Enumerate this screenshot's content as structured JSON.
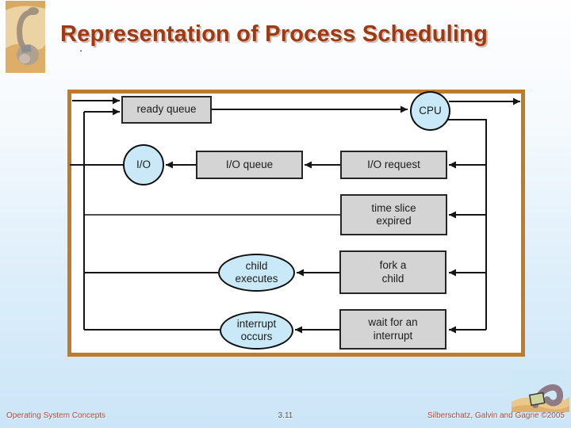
{
  "slide": {
    "title": "Representation of Process Scheduling",
    "stray_mark": "."
  },
  "diagram": {
    "nodes": {
      "ready_queue": "ready queue",
      "cpu": "CPU",
      "io": "I/O",
      "io_queue": "I/O queue",
      "io_request": "I/O request",
      "time_slice": "time slice\nexpired",
      "child_executes": "child\nexecutes",
      "fork_child": "fork a\nchild",
      "interrupt_occurs": "interrupt\noccurs",
      "wait_interrupt": "wait for an\ninterrupt"
    },
    "colors": {
      "frame": "#be7b2a",
      "box_fill": "#d4d4d4",
      "ellipse_fill": "#c9e9f8",
      "line": "#151515",
      "title": "#9d3a12"
    }
  },
  "footer": {
    "left": "Operating System Concepts",
    "page": "3.11",
    "right": "Silberschatz, Galvin and Gagne ©2005"
  }
}
